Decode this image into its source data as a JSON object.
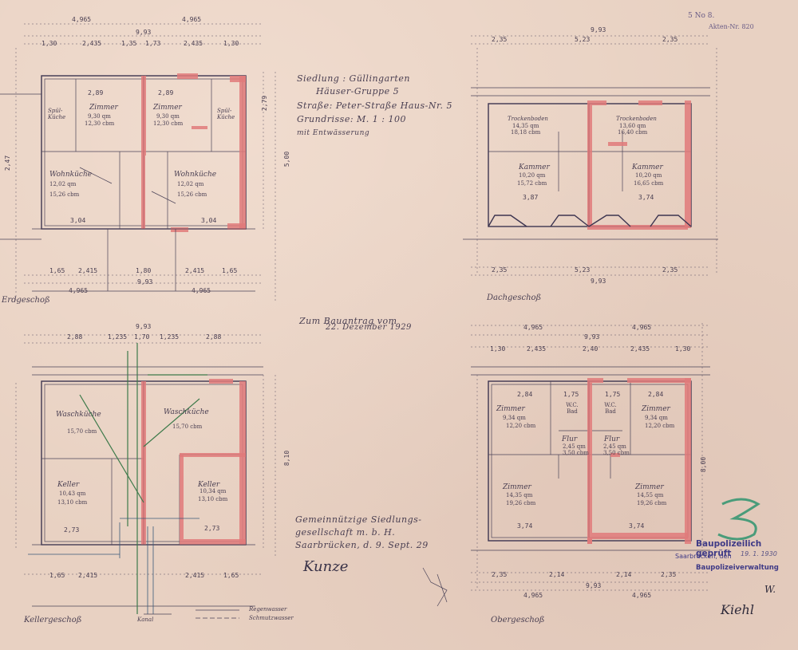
{
  "corner_note": [
    "5 No 8.",
    "Akten-Nr. 820"
  ],
  "title_block": {
    "line1": "Siedlung : Güllingarten",
    "line2": "Häuser-Gruppe 5",
    "line3": "Straße: Peter-Straße Haus-Nr. 5",
    "line4": "Grundrisse: M. 1 : 100",
    "line5": "mit Entwässerung"
  },
  "submission": {
    "line1": "Zum Bauantrag vom",
    "line2": "22. Dezember 1929"
  },
  "applicant": {
    "line1": "Gemeinnützige Siedlungs-",
    "line2": "gesellschaft m. b. H.",
    "line3": "Saarbrücken, d. 9. Sept. 29"
  },
  "signature_left": "Kunze",
  "floors": {
    "top_left": "Erdgeschoß",
    "top_right": "Dachgeschoß",
    "bottom_left": "Kellergeschoß",
    "bottom_right": "Obergeschoß"
  },
  "rooms": {
    "eg": [
      {
        "name": "Zimmer",
        "a": "9,30 qm",
        "b": "12,30 cbm"
      },
      {
        "name": "Zimmer",
        "a": "9,30 qm",
        "b": "12,30 cbm"
      },
      {
        "name": "Wohnküche",
        "a": "12,02 qm",
        "b": "15,26 cbm"
      },
      {
        "name": "Wohnküche",
        "a": "12,02 qm",
        "b": "15,26 cbm"
      },
      {
        "name": "Spül-Küche",
        "a": "",
        "b": ""
      },
      {
        "name": "Spül-Küche",
        "a": "",
        "b": ""
      }
    ],
    "dg": [
      {
        "name": "Trockenboden",
        "a": "14,35 qm",
        "b": "18,18 cbm"
      },
      {
        "name": "Trockenboden",
        "a": "13,60 qm",
        "b": "16,40 cbm"
      },
      {
        "name": "Kammer",
        "a": "10,20 qm",
        "b": "15,72 cbm"
      },
      {
        "name": "Kammer",
        "a": "10,20 qm",
        "b": "16,65 cbm"
      }
    ],
    "kg": [
      {
        "name": "Waschküche",
        "a": "",
        "b": "15,70 cbm"
      },
      {
        "name": "Waschküche",
        "a": "",
        "b": "15,70 cbm"
      },
      {
        "name": "Keller",
        "a": "10,43 qm",
        "b": "13,10 cbm"
      },
      {
        "name": "Keller",
        "a": "10,34 qm",
        "b": "13,10 cbm"
      }
    ],
    "og": [
      {
        "name": "Zimmer",
        "a": "9,34 qm",
        "b": "12,20 cbm"
      },
      {
        "name": "Zimmer",
        "a": "9,34 qm",
        "b": "12,20 cbm"
      },
      {
        "name": "Zimmer",
        "a": "14,35 qm",
        "b": "19,26 cbm"
      },
      {
        "name": "Zimmer",
        "a": "14,55 qm",
        "b": "19,26 cbm"
      },
      {
        "name": "W.C. Bad",
        "a": "",
        "b": ""
      },
      {
        "name": "W.C. Bad",
        "a": "",
        "b": ""
      },
      {
        "name": "Flur",
        "a": "2,45 qm",
        "b": "3,50 cbm"
      },
      {
        "name": "Flur",
        "a": "2,45 qm",
        "b": "3,50 cbm"
      }
    ]
  },
  "dimensions": {
    "eg_top_total": "9,93",
    "eg_top_halves": [
      "4,965",
      "4,965"
    ],
    "eg_top_parts": [
      "1,30",
      "2,435",
      "1,35",
      "1,73",
      "2,435",
      "1,30"
    ],
    "eg_bottom_total": "9,93",
    "eg_bottom_halves": [
      "4,965",
      "4,965"
    ],
    "eg_bottom_parts": [
      "1,65",
      "2,415",
      "1,80",
      "2,415",
      "1,65"
    ],
    "eg_room_widths": [
      "3,04",
      "3,04",
      "2,89",
      "2,89"
    ],
    "dg_top_total": "9,93",
    "dg_top_parts": [
      "2,35",
      "5,23",
      "2,35"
    ],
    "dg_bottom_total": "9,93",
    "dg_bottom_parts": [
      "2,35",
      "5,23",
      "2,35"
    ],
    "dg_room_widths": [
      "3,87",
      "3,74"
    ],
    "kg_top_parts": [
      "2,88",
      "1,235",
      "1,70",
      "1,235",
      "2,88"
    ],
    "kg_top_total": "9,93",
    "kg_bottom_parts": [
      "1,65",
      "2,415",
      "2,415",
      "1,65"
    ],
    "kg_room_widths": [
      "2,73",
      "2,73"
    ],
    "og_top_total": "9,93",
    "og_top_halves": [
      "4,965",
      "4,965"
    ],
    "og_top_parts": [
      "1,30",
      "2,435",
      "2,40",
      "2,435",
      "1,30"
    ],
    "og_bottom_total": "9,93",
    "og_bottom_halves": [
      "4,965",
      "4,965"
    ],
    "og_bottom_parts": [
      "2,35",
      "2,14",
      "2,14",
      "2,35"
    ],
    "og_room_widths": [
      "2,84",
      "1,75",
      "1,75",
      "2,84",
      "3,74",
      "3,74"
    ],
    "side_heights": [
      "8,00",
      "8,10",
      "5,00",
      "2,79",
      "2,47"
    ]
  },
  "legend": {
    "line1": "Regenwasser",
    "line2": "Schmutzwasser"
  },
  "legend_left": "Kanal",
  "stamp": {
    "number": "3",
    "line1": "Baupolizeilich geprüft",
    "line2": "Saarbrücken, den",
    "line2_value": "19. 1. 1930",
    "line3": "Baupolizeiverwaltung",
    "signature": "Kiehl",
    "initials": "W."
  },
  "colors": {
    "paper": "#e8d1c2",
    "ink": "#4a3f52",
    "red_fill": "#e07a7a",
    "stamp_blue": "#3f3a86"
  }
}
